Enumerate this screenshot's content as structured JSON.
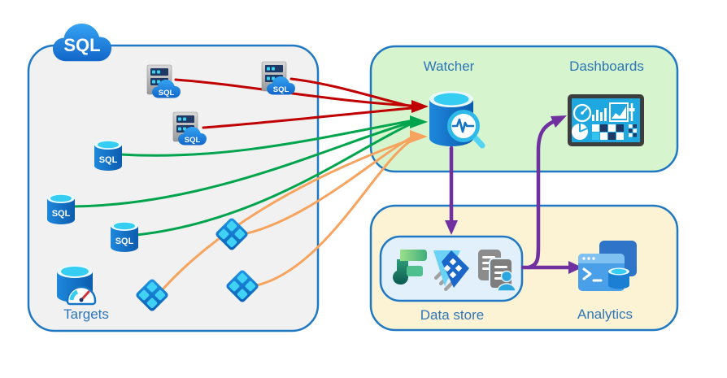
{
  "labels": {
    "sql": "SQL",
    "targets": "Targets",
    "watcher": "Watcher",
    "dashboards": "Dashboards",
    "data_store": "Data store",
    "analytics": "Analytics"
  },
  "colors": {
    "background": "#FFFFFF",
    "label_text": "#2E75B6",
    "panel_border": "#1F78C1",
    "targets_panel_fill": "#F1F1F1",
    "watcher_panel_fill": "#D6F5CF",
    "data_panel_fill": "#FCF3D5",
    "data_store_box_fill": "#E1F0FA",
    "arrow_red": "#C00000",
    "arrow_green": "#00A44D",
    "arrow_orange": "#F6A45F",
    "arrow_purple": "#7030A0"
  },
  "icons": {
    "sql_cloud": "azure-sql-cloud",
    "sql_server": "sql-server-enabled-by-azure-arc",
    "sql_database": "azure-sql-database",
    "sql_managed_instance": "azure-sql-managed-instance",
    "elastic_pool": "sql-elastic-pool-gauge",
    "watcher": "database-watcher-magnifier",
    "dashboards": "dashboard-grid",
    "fabric": "microsoft-fabric",
    "data_explorer": "azure-data-explorer",
    "logs": "documents-with-person",
    "analytics": "kql-terminal-database"
  }
}
